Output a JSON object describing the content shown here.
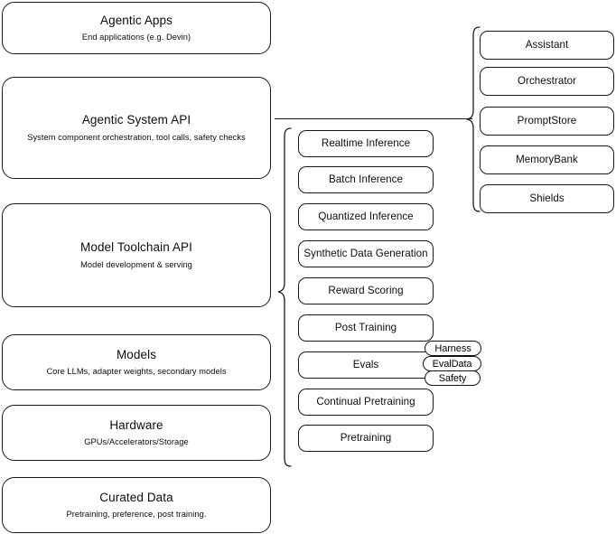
{
  "diagram": {
    "title": "AI stack layered architecture diagram",
    "stroke_color": "#1a1a1a",
    "background_color": "#ffffff",
    "text_color": "#0d0d0d"
  },
  "layers": [
    {
      "id": "agentic-apps",
      "title": "Agentic Apps",
      "subtitle": "End applications (e.g. Devin)"
    },
    {
      "id": "agentic-system-api",
      "title": "Agentic System API",
      "subtitle": "System component orchestration, tool calls, safety checks"
    },
    {
      "id": "model-toolchain-api",
      "title": "Model Toolchain API",
      "subtitle": "Model development & serving"
    },
    {
      "id": "models",
      "title": "Models",
      "subtitle": "Core LLMs, adapter weights, secondary models"
    },
    {
      "id": "hardware",
      "title": "Hardware",
      "subtitle": "GPUs/Accelerators/Storage"
    },
    {
      "id": "curated-data",
      "title": "Curated Data",
      "subtitle": "Pretraining, preference, post training."
    }
  ],
  "toolchain_components": [
    {
      "id": "realtime-inference",
      "label": "Realtime Inference"
    },
    {
      "id": "batch-inference",
      "label": "Batch Inference"
    },
    {
      "id": "quantized-inference",
      "label": "Quantized Inference"
    },
    {
      "id": "synthetic-data-generation",
      "label": "Synthetic Data Generation"
    },
    {
      "id": "reward-scoring",
      "label": "Reward Scoring"
    },
    {
      "id": "post-training",
      "label": "Post Training"
    },
    {
      "id": "evals",
      "label": "Evals"
    },
    {
      "id": "continual-pretraining",
      "label": "Continual Pretraining"
    },
    {
      "id": "pretraining",
      "label": "Pretraining"
    }
  ],
  "evals_badges": [
    {
      "id": "harness",
      "label": "Harness"
    },
    {
      "id": "evaldata",
      "label": "EvalData"
    },
    {
      "id": "safety",
      "label": "Safety"
    }
  ],
  "system_components": [
    {
      "id": "assistant",
      "label": "Assistant"
    },
    {
      "id": "orchestrator",
      "label": "Orchestrator"
    },
    {
      "id": "promptstore",
      "label": "PromptStore"
    },
    {
      "id": "memorybank",
      "label": "MemoryBank"
    },
    {
      "id": "shields",
      "label": "Shields"
    }
  ]
}
